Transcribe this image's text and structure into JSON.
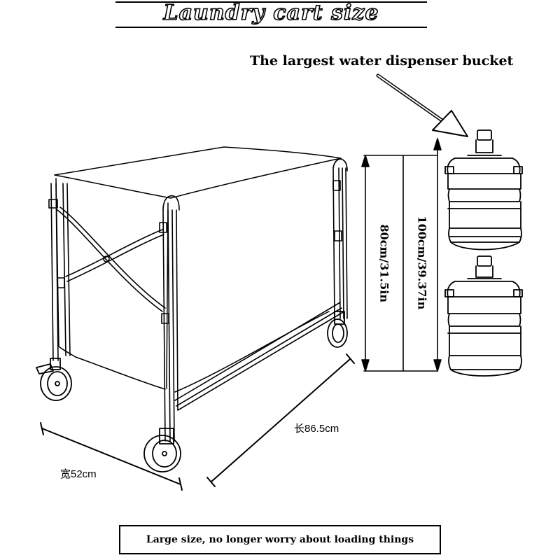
{
  "title": "Laundry cart size",
  "annotation": "The largest water dispenser bucket",
  "dimensions": {
    "width": "宽52cm",
    "length": "长86.5cm",
    "height_cart": "80cm/31.5in",
    "height_total": "100cm/39.37in"
  },
  "footer": "Large size, no longer worry about loading things"
}
